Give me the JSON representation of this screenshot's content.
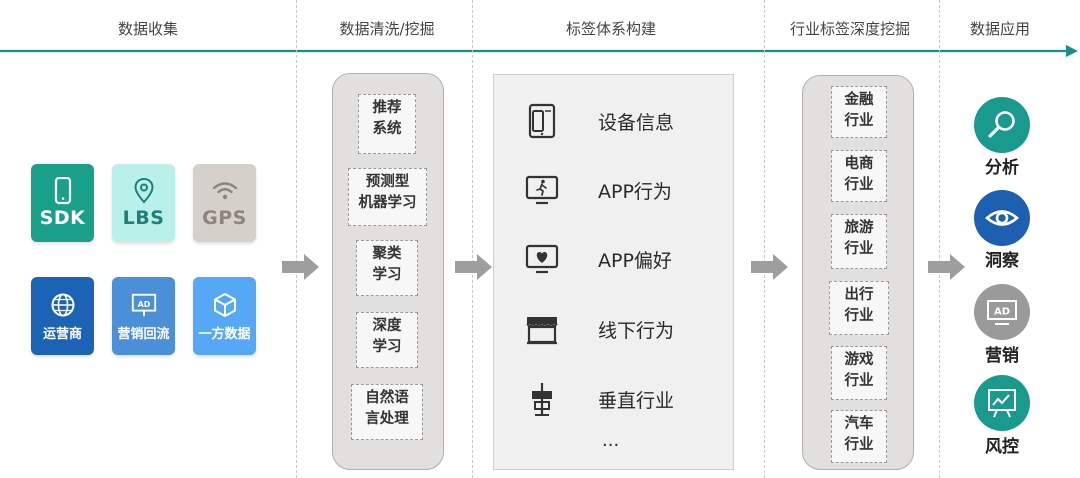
{
  "stages": [
    "数据收集",
    "数据清洗/挖掘",
    "标签体系构建",
    "行业标签深度挖掘",
    "数据应用"
  ],
  "sources": [
    {
      "label": "SDK",
      "icon": "phone-icon",
      "bg": "#1aa08a",
      "fg": "#ffffff"
    },
    {
      "label": "LBS",
      "icon": "location-pin-icon",
      "bg": "#b9f0ea",
      "fg": "#1c7f7a"
    },
    {
      "label": "GPS",
      "icon": "wifi-signal-icon",
      "bg": "#d6d0ca",
      "fg": "#8d8480"
    },
    {
      "label": "运营商",
      "icon": "globe-icon",
      "bg": "#1c63b5",
      "fg": "#ffffff"
    },
    {
      "label": "营销回流",
      "icon": "ad-board-icon",
      "bg": "#4b8fd9",
      "fg": "#ffffff"
    },
    {
      "label": "一方数据",
      "icon": "cube-icon",
      "bg": "#56a7f5",
      "fg": "#ffffff"
    }
  ],
  "mining_methods": [
    [
      "推荐",
      "系统"
    ],
    [
      "预测型",
      "机器学习"
    ],
    [
      "聚类",
      "学习"
    ],
    [
      "深度",
      "学习"
    ],
    [
      "自然语",
      "言处理"
    ]
  ],
  "tag_system": {
    "items": [
      {
        "label": "设备信息",
        "icon": "devices-icon"
      },
      {
        "label": "APP行为",
        "icon": "app-behavior-icon"
      },
      {
        "label": "APP偏好",
        "icon": "app-heart-icon"
      },
      {
        "label": "线下行为",
        "icon": "storefront-icon"
      },
      {
        "label": "垂直行业",
        "icon": "vertical-structure-icon"
      }
    ],
    "more": "..."
  },
  "industries": [
    [
      "金融",
      "行业"
    ],
    [
      "电商",
      "行业"
    ],
    [
      "旅游",
      "行业"
    ],
    [
      "出行",
      "行业"
    ],
    [
      "游戏",
      "行业"
    ],
    [
      "汽车",
      "行业"
    ]
  ],
  "applications": [
    {
      "label": "分析",
      "icon": "magnifier-icon",
      "color": "#1a9a8e"
    },
    {
      "label": "洞察",
      "icon": "eye-icon",
      "color": "#1d5fb0"
    },
    {
      "label": "营销",
      "icon": "ad-screen-icon",
      "color": "#9a9a9a"
    },
    {
      "label": "风控",
      "icon": "chart-board-icon",
      "color": "#1a9a8e"
    }
  ],
  "colors": {
    "timeline": "#178f86",
    "arrow": "#9e9e9e"
  }
}
